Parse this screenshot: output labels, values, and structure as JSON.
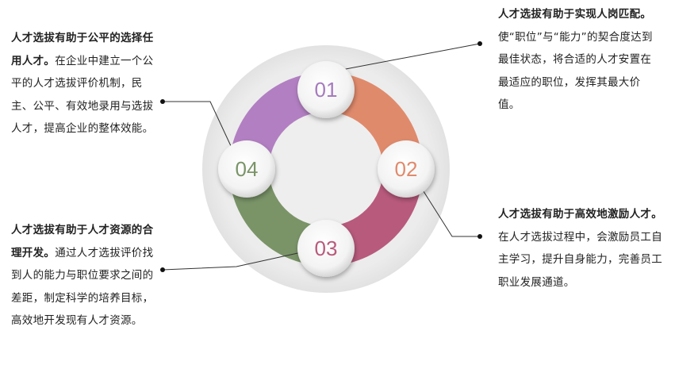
{
  "items": [
    {
      "number": "01",
      "title": "人才选拔有助于实现人岗匹配。",
      "body": "使“职位”与“能力”的契合度达到最佳状态，将合适的人才安置在最适应的职位，发挥其最大价值。",
      "segment_color": "#e08a6c",
      "number_color": "#a57bbd"
    },
    {
      "number": "02",
      "title": "人才选拔有助于高效地激励人才。",
      "body": "在人才选拔过程中，会激励员工自主学习，提升自身能力，完善员工职业发展通道。",
      "segment_color": "#b85a7c",
      "number_color": "#e08a6c"
    },
    {
      "number": "03",
      "title": "人才选拔有助于人才资源的合理开发。",
      "body": "通过人才选拔评价找到人的能力与职位要求之间的差距，制定科学的培养目标，高效地开发现有人才资源。",
      "segment_color": "#7a9468",
      "number_color": "#b85a7c"
    },
    {
      "number": "04",
      "title": "人才选拔有助于公平的选择任用人才。",
      "body": "在企业中建立一个公平的人才选拔评价机制，民主、公平、有效地录用与选拔人才，提高企业的整体效能。",
      "segment_color": "#b27fc2",
      "number_color": "#7a9468"
    }
  ]
}
